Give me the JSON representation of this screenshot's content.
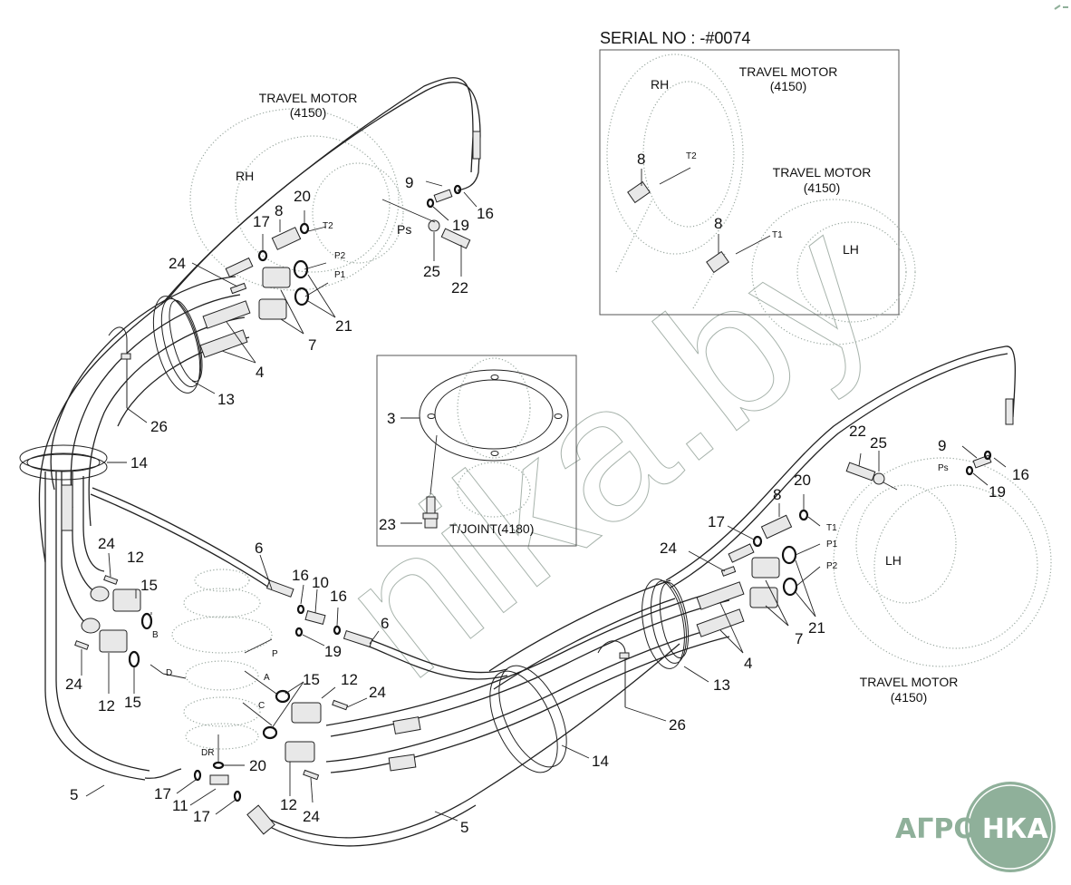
{
  "serial": {
    "text": "SERIAL NO : -#0074"
  },
  "inset_serial": {
    "rh": "RH",
    "lh": "LH",
    "motor_top": {
      "line1": "TRAVEL MOTOR",
      "line2": "(4150)"
    },
    "motor_bottom": {
      "line1": "TRAVEL MOTOR",
      "line2": "(4150)"
    },
    "t2": "T2",
    "t1": "T1",
    "callouts": [
      "8",
      "8"
    ]
  },
  "inset_tjoint": {
    "label": "T/JOINT(4180)",
    "callouts": [
      "3",
      "23"
    ]
  },
  "rh_motor": {
    "line1": "TRAVEL MOTOR",
    "line2": "(4150)",
    "side": "RH",
    "ports": {
      "t2": "T2",
      "p2": "P2",
      "p1": "P1",
      "ps": "Ps"
    },
    "callouts": {
      "c9": "9",
      "c16": "16",
      "c19": "19",
      "c25": "25",
      "c22": "22",
      "c20": "20",
      "c8": "8",
      "c17": "17",
      "c24": "24",
      "c21": "21",
      "c7": "7",
      "c4": "4",
      "c13": "13",
      "c26": "26",
      "c14": "14"
    }
  },
  "lh_motor": {
    "line1": "TRAVEL MOTOR",
    "line2": "(4150)",
    "side": "LH",
    "ports": {
      "t1": "T1",
      "p1": "P1",
      "p2": "P2",
      "ps": "Ps"
    },
    "callouts": {
      "c22": "22",
      "c25": "25",
      "c9": "9",
      "c16": "16",
      "c19": "19",
      "c20": "20",
      "c8": "8",
      "c17": "17",
      "c24": "24",
      "c21": "21",
      "c7": "7",
      "c4": "4",
      "c13": "13",
      "c26": "26",
      "c14": "14",
      "c5": "5"
    }
  },
  "center": {
    "ports": {
      "b": "B",
      "d": "D",
      "p": "P",
      "a": "A",
      "c": "C",
      "dr": "DR"
    },
    "callouts": {
      "c6a": "6",
      "c16a": "16",
      "c10": "10",
      "c16b": "16",
      "c6b": "6",
      "c19": "19",
      "c24a": "24",
      "c12a": "12",
      "c15a": "15",
      "c24b": "24",
      "c12b": "12",
      "c15b": "15",
      "c15c": "15",
      "c12c": "12",
      "c24c": "24",
      "c12d": "12",
      "c24d": "24",
      "c20": "20",
      "c5": "5",
      "c17a": "17",
      "c11": "11",
      "c17b": "17"
    }
  },
  "watermark": {
    "text": "nika.by"
  },
  "logo": {
    "text": "АГРОНКА",
    "color": "#8fb09a"
  }
}
